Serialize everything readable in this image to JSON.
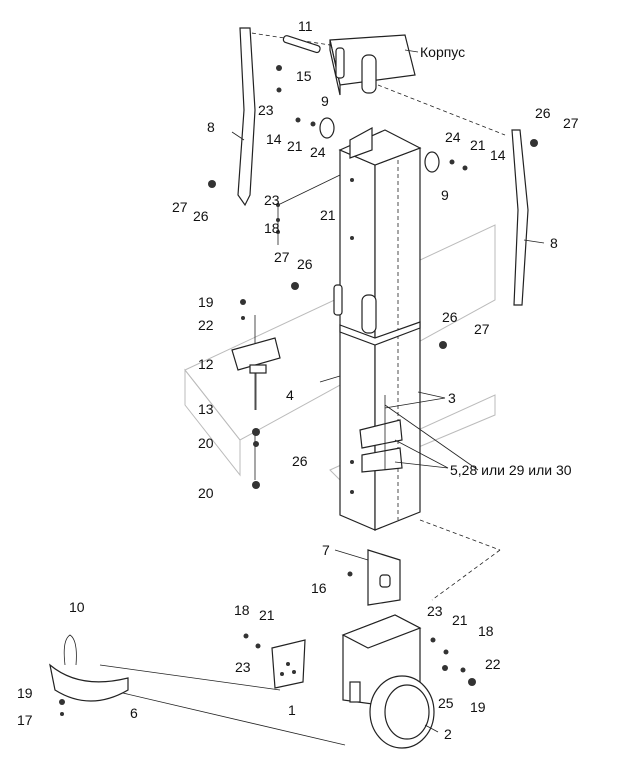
{
  "labels": {
    "korpus": "Корпус",
    "p1": "1",
    "p2": "2",
    "p3": "3",
    "p4": "4",
    "p5": "5,28 или 29 или 30",
    "p6": "6",
    "p7": "7",
    "p8a": "8",
    "p8b": "8",
    "p9a": "9",
    "p9b": "9",
    "p10": "10",
    "p11": "11",
    "p12": "12",
    "p13": "13",
    "p14a": "14",
    "p14b": "14",
    "p15": "15",
    "p16": "16",
    "p17": "17",
    "p18a": "18",
    "p18b": "18",
    "p18c": "18",
    "p19a": "19",
    "p19b": "19",
    "p19c": "19",
    "p20a": "20",
    "p20b": "20",
    "p21a": "21",
    "p21b": "21",
    "p21c": "21",
    "p21d": "21",
    "p21e": "21",
    "p22a": "22",
    "p22b": "22",
    "p23a": "23",
    "p23b": "23",
    "p23c": "23",
    "p23d": "23",
    "p24a": "24",
    "p24b": "24",
    "p25": "25",
    "p26a": "26",
    "p26b": "26",
    "p26c": "26",
    "p26d": "26",
    "p26e": "26",
    "p27a": "27",
    "p27b": "27",
    "p27c": "27",
    "p27d": "27"
  }
}
